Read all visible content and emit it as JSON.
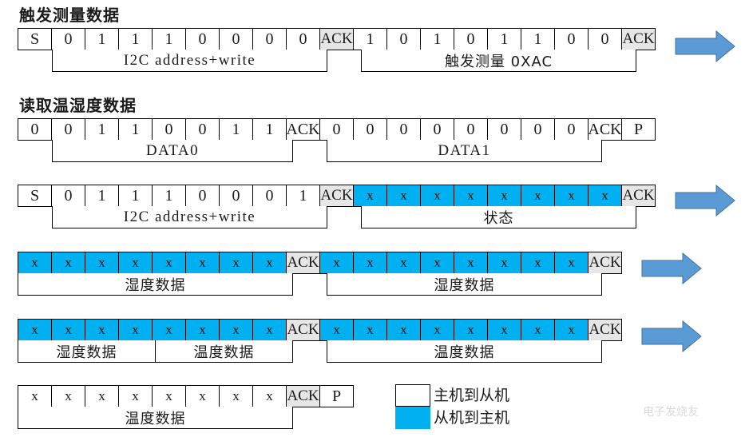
{
  "titles": {
    "trigger": "触发测量数据",
    "read": "读取温湿度数据"
  },
  "rows": {
    "r1": {
      "cells": [
        "S",
        "0",
        "1",
        "1",
        "1",
        "0",
        "0",
        "0",
        "0",
        "ACK",
        "1",
        "0",
        "1",
        "0",
        "1",
        "1",
        "0",
        "0",
        "ACK"
      ],
      "labels": [
        "I2C address+write",
        "触发测量 0XAC"
      ]
    },
    "r2": {
      "cells": [
        "0",
        "0",
        "1",
        "1",
        "0",
        "0",
        "1",
        "1",
        "ACK",
        "0",
        "0",
        "0",
        "0",
        "0",
        "0",
        "0",
        "0",
        "ACK",
        "P"
      ],
      "labels": [
        "DATA0",
        "DATA1"
      ]
    },
    "r3": {
      "cells": [
        "S",
        "0",
        "1",
        "1",
        "1",
        "0",
        "0",
        "0",
        "1",
        "ACK",
        "x",
        "x",
        "x",
        "x",
        "x",
        "x",
        "x",
        "x",
        "ACK"
      ],
      "labels": [
        "I2C address+write",
        "状态"
      ]
    },
    "r4": {
      "cells": [
        "x",
        "x",
        "x",
        "x",
        "x",
        "x",
        "x",
        "x",
        "ACK",
        "x",
        "x",
        "x",
        "x",
        "x",
        "x",
        "x",
        "x",
        "ACK"
      ],
      "labels": [
        "湿度数据",
        "湿度数据"
      ]
    },
    "r5": {
      "cells": [
        "x",
        "x",
        "x",
        "x",
        "x",
        "x",
        "x",
        "x",
        "ACK",
        "x",
        "x",
        "x",
        "x",
        "x",
        "x",
        "x",
        "x",
        "ACK"
      ],
      "labels": [
        "湿度数据",
        "温度数据",
        "温度数据"
      ]
    },
    "r6": {
      "cells": [
        "x",
        "x",
        "x",
        "x",
        "x",
        "x",
        "x",
        "x",
        "ACK",
        "P"
      ],
      "labels": [
        "温度数据"
      ]
    }
  },
  "legend": {
    "master_to_slave": "主机到从机",
    "slave_to_master": "从机到主机"
  },
  "colors": {
    "slave_fill": "#00b0f0",
    "ack_fill": "#e6e6e6",
    "arrow_fill": "#5b9bd5",
    "arrow_stroke": "#41719c"
  },
  "watermark": "电子发烧友"
}
